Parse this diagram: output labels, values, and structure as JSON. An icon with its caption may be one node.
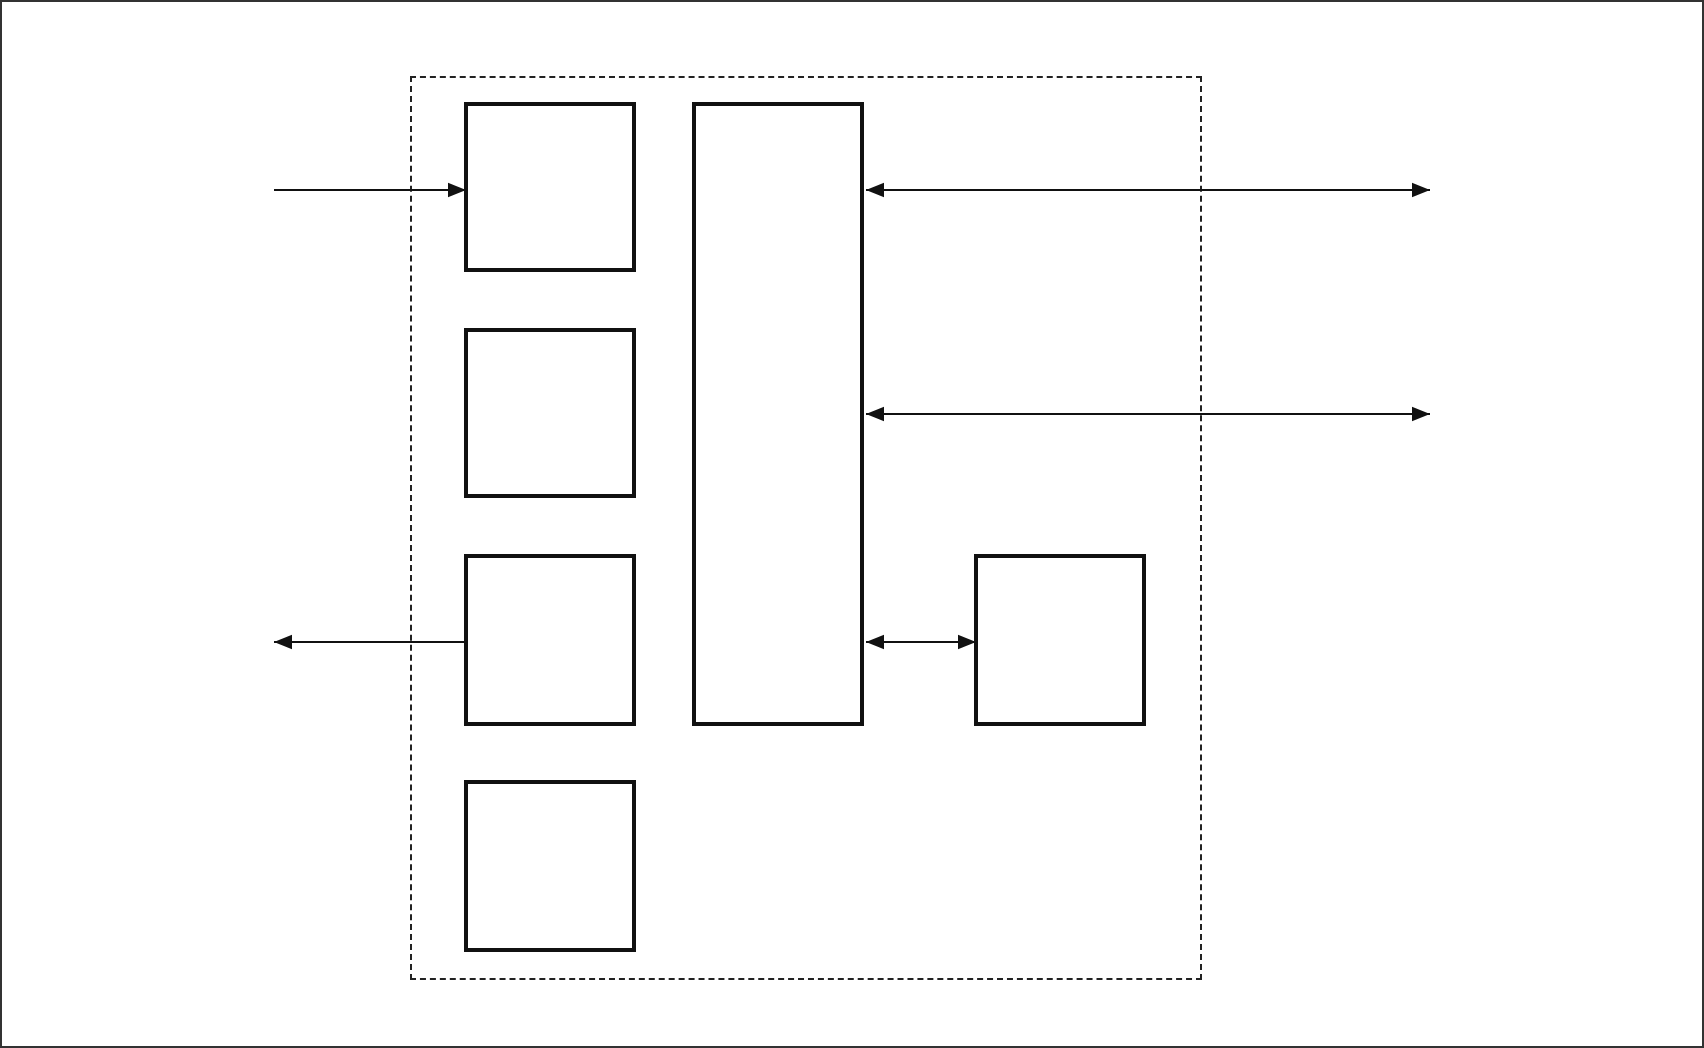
{
  "diagram": {
    "nodes": [
      {
        "text": [],
        "shape": "box"
      },
      {
        "text": [],
        "shape": "box",
        "in": 0
      },
      {
        "text": [],
        "shape": "box",
        "in": 0
      },
      {
        "text": [],
        "shape": "box",
        "in": 0
      },
      {
        "text": [],
        "shape": "box",
        "in": 0
      },
      {
        "text": [],
        "shape": "box",
        "in": 0
      },
      {
        "text": [],
        "shape": "box",
        "in": 0
      }
    ],
    "edges": [
      {
        "from": null,
        "to": 1,
        "arrow": "to"
      },
      {
        "from": 2,
        "to": null,
        "arrow": "both"
      },
      {
        "from": 2,
        "to": null,
        "arrow": "both"
      },
      {
        "from": 4,
        "to": null,
        "arrow": "to"
      },
      {
        "from": 2,
        "to": 5,
        "arrow": "both"
      }
    ]
  }
}
